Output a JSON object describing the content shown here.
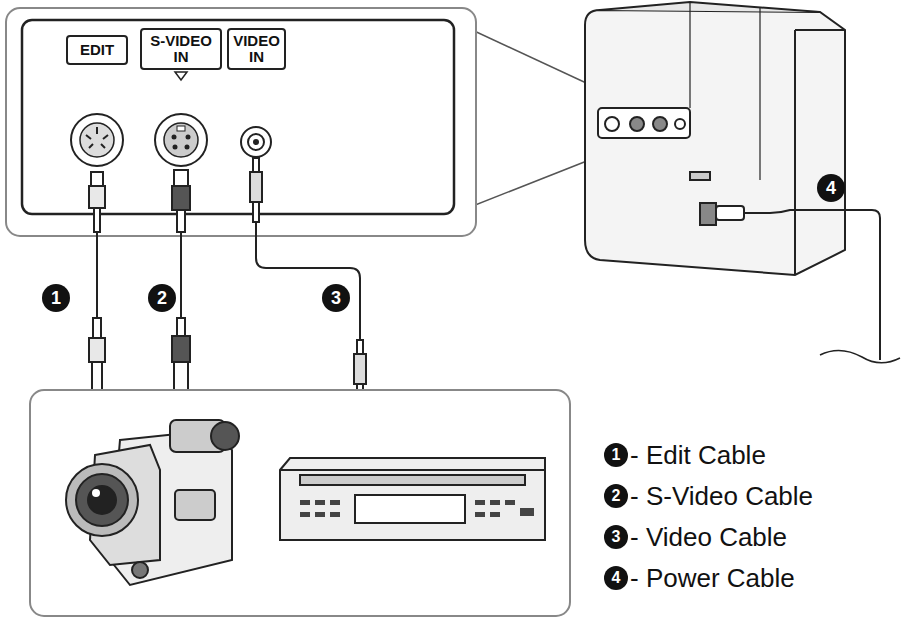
{
  "diagram": {
    "nodes": [
      {
        "text": [
          "EDIT"
        ]
      },
      {
        "text": [
          "S-VIDEO IN"
        ]
      },
      {
        "text": [
          "VIDEO IN"
        ]
      }
    ],
    "labels": [
      "1",
      "2",
      "3",
      "4",
      "1",
      "- Edit Cable",
      "2",
      "- S-Video Cable",
      "3",
      "- Video Cable",
      "4",
      "- Power Cable"
    ]
  }
}
